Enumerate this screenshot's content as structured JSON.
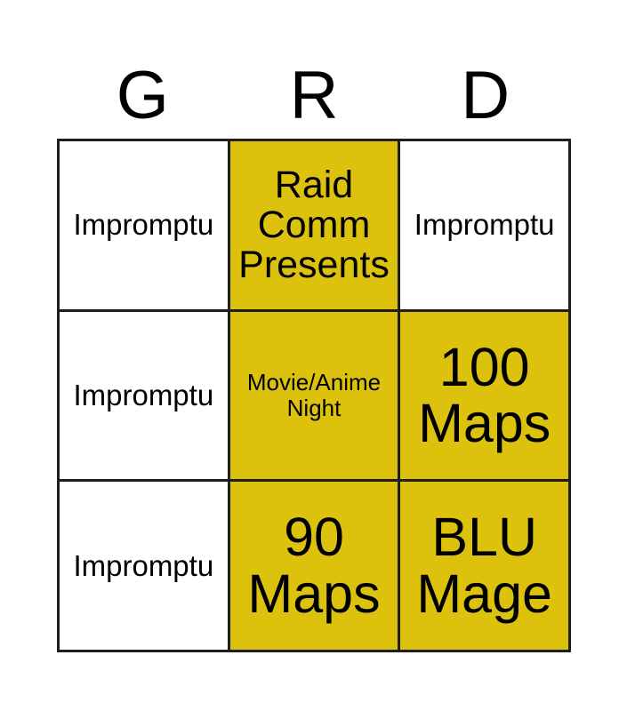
{
  "card": {
    "title_letters": [
      "G",
      "R",
      "D"
    ],
    "colors": {
      "marked": "#ddc20d",
      "unmarked": "#ffffff",
      "border": "#1e1e1e",
      "text": "#000000",
      "background": "#ffffff"
    },
    "columns": 3,
    "rows": 3,
    "cells": [
      {
        "text": "Impromptu",
        "marked": false,
        "size": "md"
      },
      {
        "text": "Raid\nComm\nPresents",
        "marked": true,
        "size": "lg"
      },
      {
        "text": "Impromptu",
        "marked": false,
        "size": "md"
      },
      {
        "text": "Impromptu",
        "marked": false,
        "size": "md"
      },
      {
        "text": "Movie/Anime\nNight",
        "marked": true,
        "size": "sm"
      },
      {
        "text": "100\nMaps",
        "marked": true,
        "size": "xl"
      },
      {
        "text": "Impromptu",
        "marked": false,
        "size": "md"
      },
      {
        "text": "90\nMaps",
        "marked": true,
        "size": "xl"
      },
      {
        "text": "BLU\nMage",
        "marked": true,
        "size": "xl"
      }
    ]
  }
}
